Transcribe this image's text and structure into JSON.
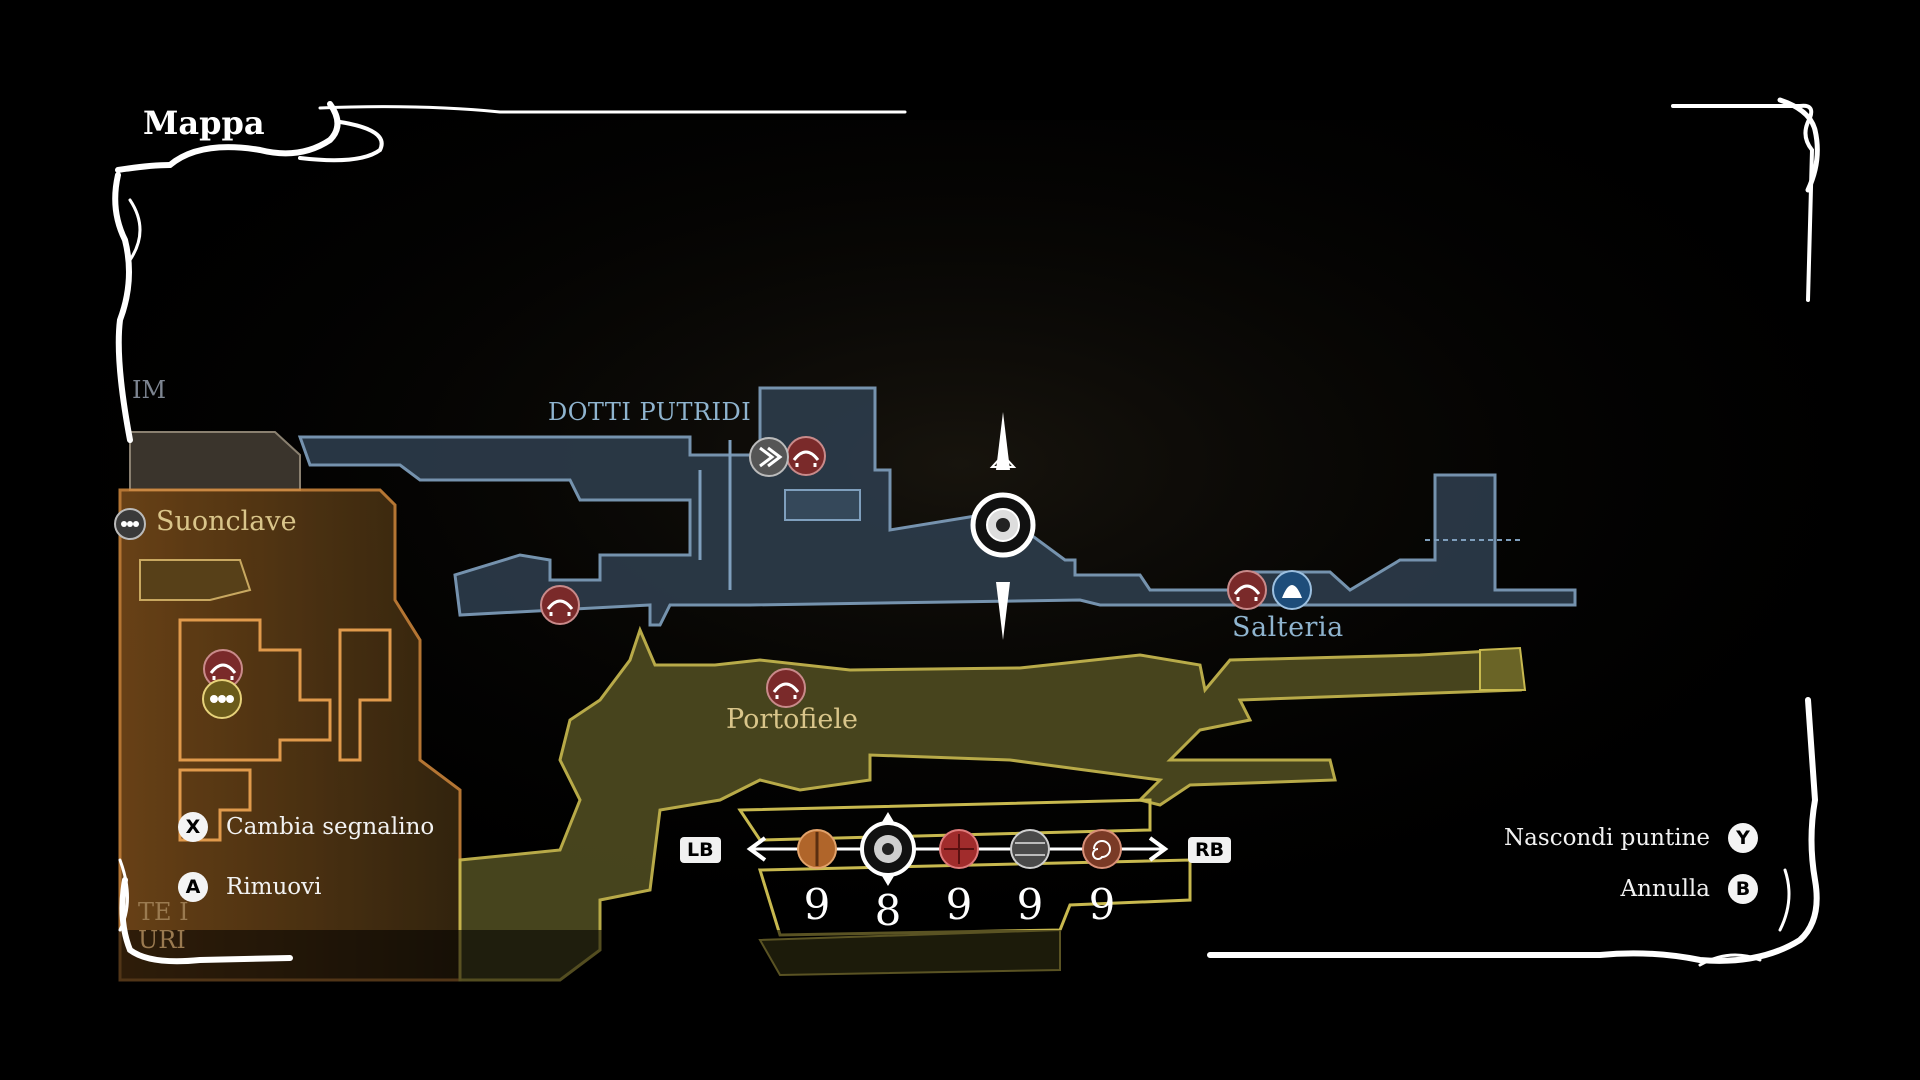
{
  "screen": {
    "title": "Mappa"
  },
  "regions": {
    "dotti_putridi": "DOTTI PUTRIDI",
    "suonclave": "Suonclave",
    "salteria": "Salteria",
    "portofiele": "Portofiele",
    "partial_left_top": "IM",
    "partial_left_bottom_1": "TE I",
    "partial_left_bottom_2": "URI"
  },
  "hints_left": [
    {
      "button": "X",
      "label": "Cambia segnalino"
    },
    {
      "button": "A",
      "label": "Rimuovi"
    }
  ],
  "hints_right": [
    {
      "button": "Y",
      "label": "Nascondi puntine"
    },
    {
      "button": "B",
      "label": "Annulla"
    }
  ],
  "marker_selector": {
    "left_bumper": "LB",
    "right_bumper": "RB",
    "markers": [
      {
        "icon": "bronze-marker-icon",
        "count": "9"
      },
      {
        "icon": "eye-marker-icon",
        "count": "8",
        "selected": true
      },
      {
        "icon": "red-marker-icon",
        "count": "9"
      },
      {
        "icon": "silver-marker-icon",
        "count": "9"
      },
      {
        "icon": "spiral-marker-icon",
        "count": "9"
      }
    ]
  },
  "colors": {
    "blue_area": "#2c3b4a",
    "blue_outline": "#7f9fbd",
    "gold_area": "#4d4a20",
    "gold_outline": "#c8b94f",
    "orange_area": "#6a4216",
    "orange_outline": "#d48a3c",
    "pin_red": "#7a2a2a",
    "frame": "#ffffff"
  }
}
